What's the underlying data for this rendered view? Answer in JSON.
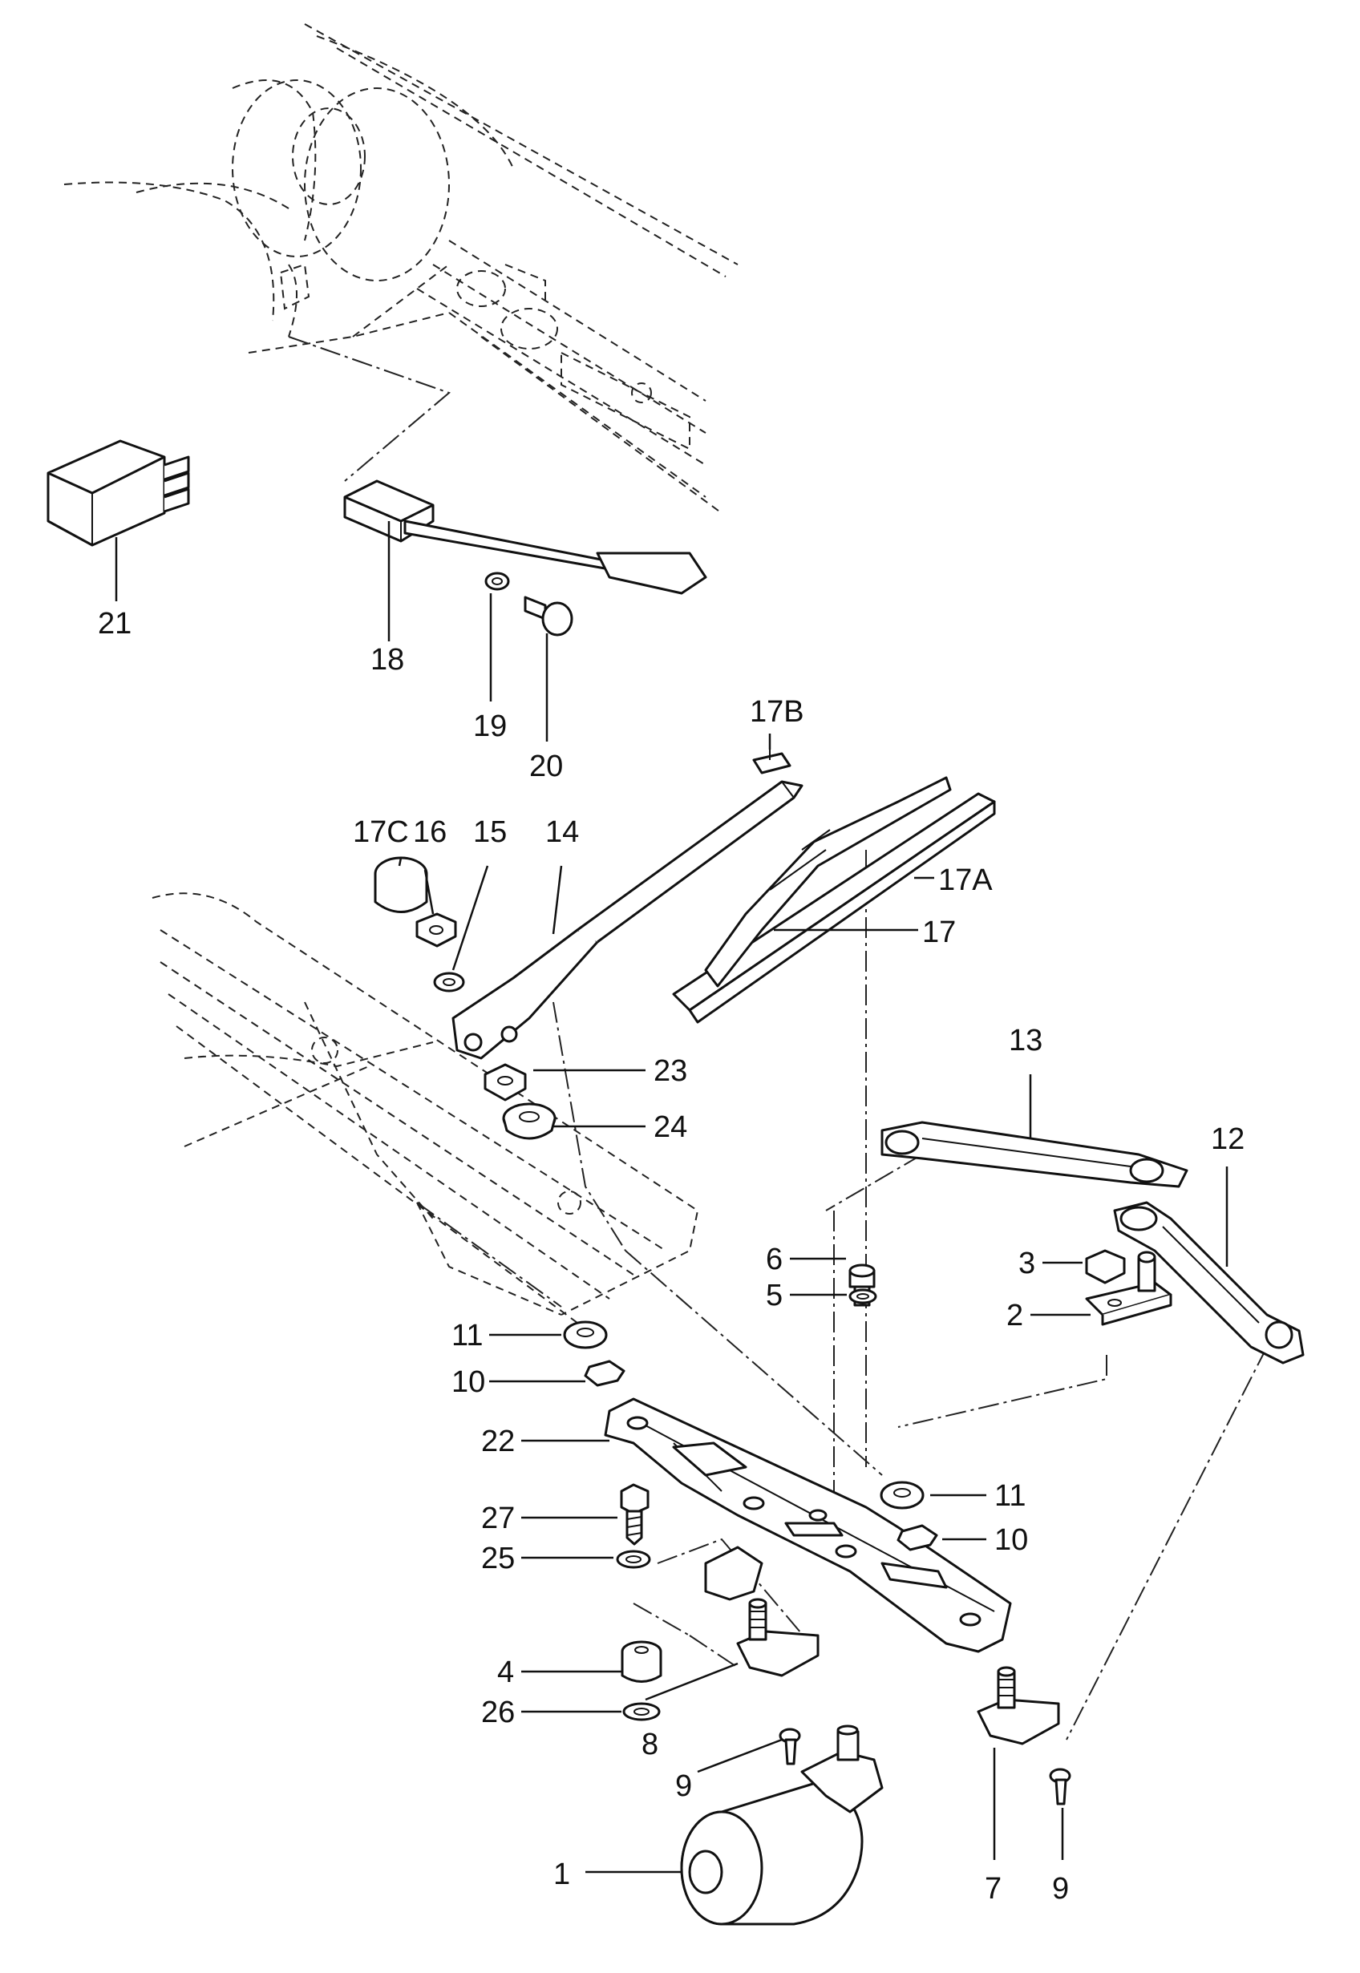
{
  "labels": {
    "p1": "1",
    "p2": "2",
    "p3": "3",
    "p4": "4",
    "p5": "5",
    "p6": "6",
    "p7": "7",
    "p8": "8",
    "p9a": "9",
    "p9b": "9",
    "p10a": "10",
    "p10b": "10",
    "p11a": "11",
    "p11b": "11",
    "p12": "12",
    "p13": "13",
    "p14": "14",
    "p15": "15",
    "p16": "16",
    "p17": "17",
    "p17a": "17A",
    "p17b": "17B",
    "p17c": "17C",
    "p18": "18",
    "p19": "19",
    "p20": "20",
    "p21": "21",
    "p22": "22",
    "p23": "23",
    "p24": "24",
    "p25": "25",
    "p26": "26",
    "p27": "27"
  }
}
